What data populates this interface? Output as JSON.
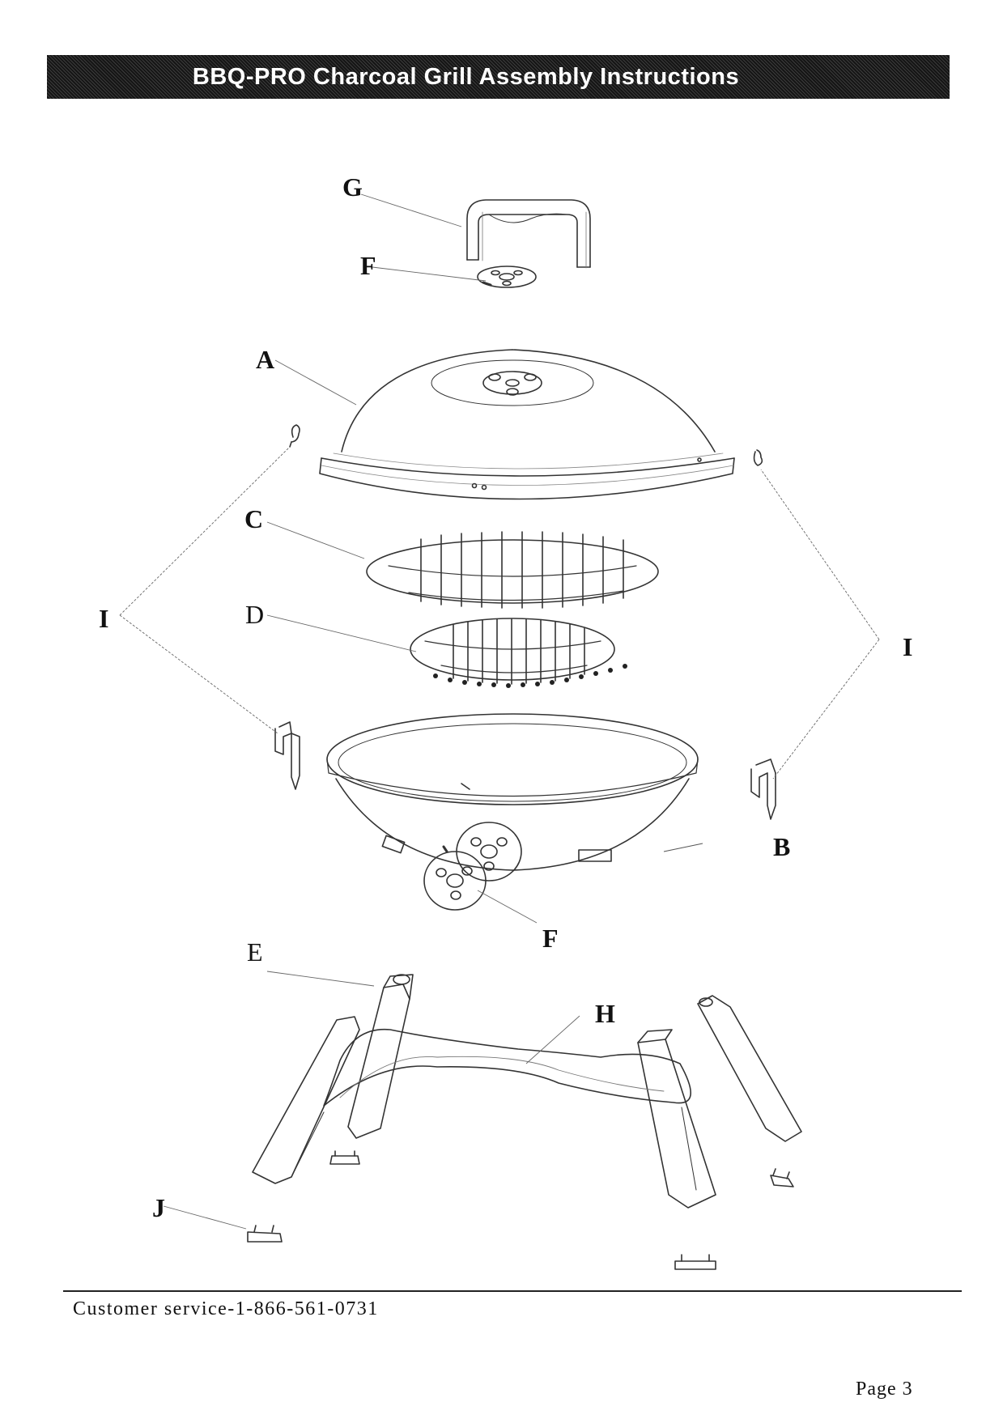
{
  "header": {
    "title": "BBQ-PRO Charcoal Grill Assembly Instructions"
  },
  "parts": {
    "A": "A",
    "B": "B",
    "C": "C",
    "D": "D",
    "E": "E",
    "F_top": "F",
    "F_bottom": "F",
    "G": "G",
    "H": "H",
    "I_left": "I",
    "I_right": "I",
    "J": "J"
  },
  "footer": {
    "customer_service": "Customer service-1-866-561-0731",
    "page": "Page 3"
  }
}
